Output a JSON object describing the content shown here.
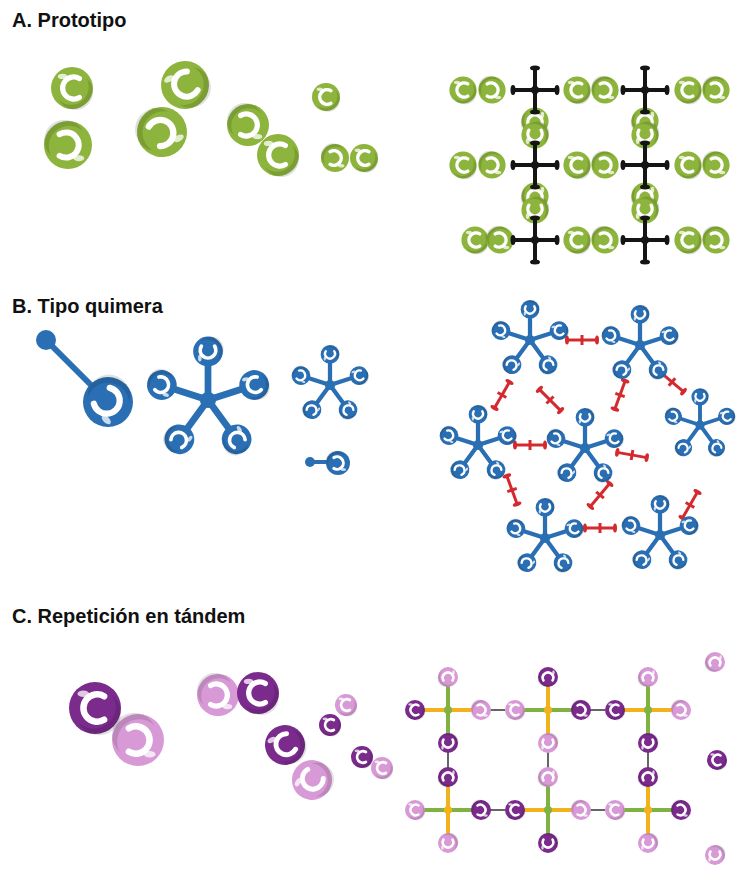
{
  "diagram": {
    "labels": [
      "A. Prototipo",
      "B. Tipo quimera",
      "C. Repetición en tándem"
    ]
  }
}
